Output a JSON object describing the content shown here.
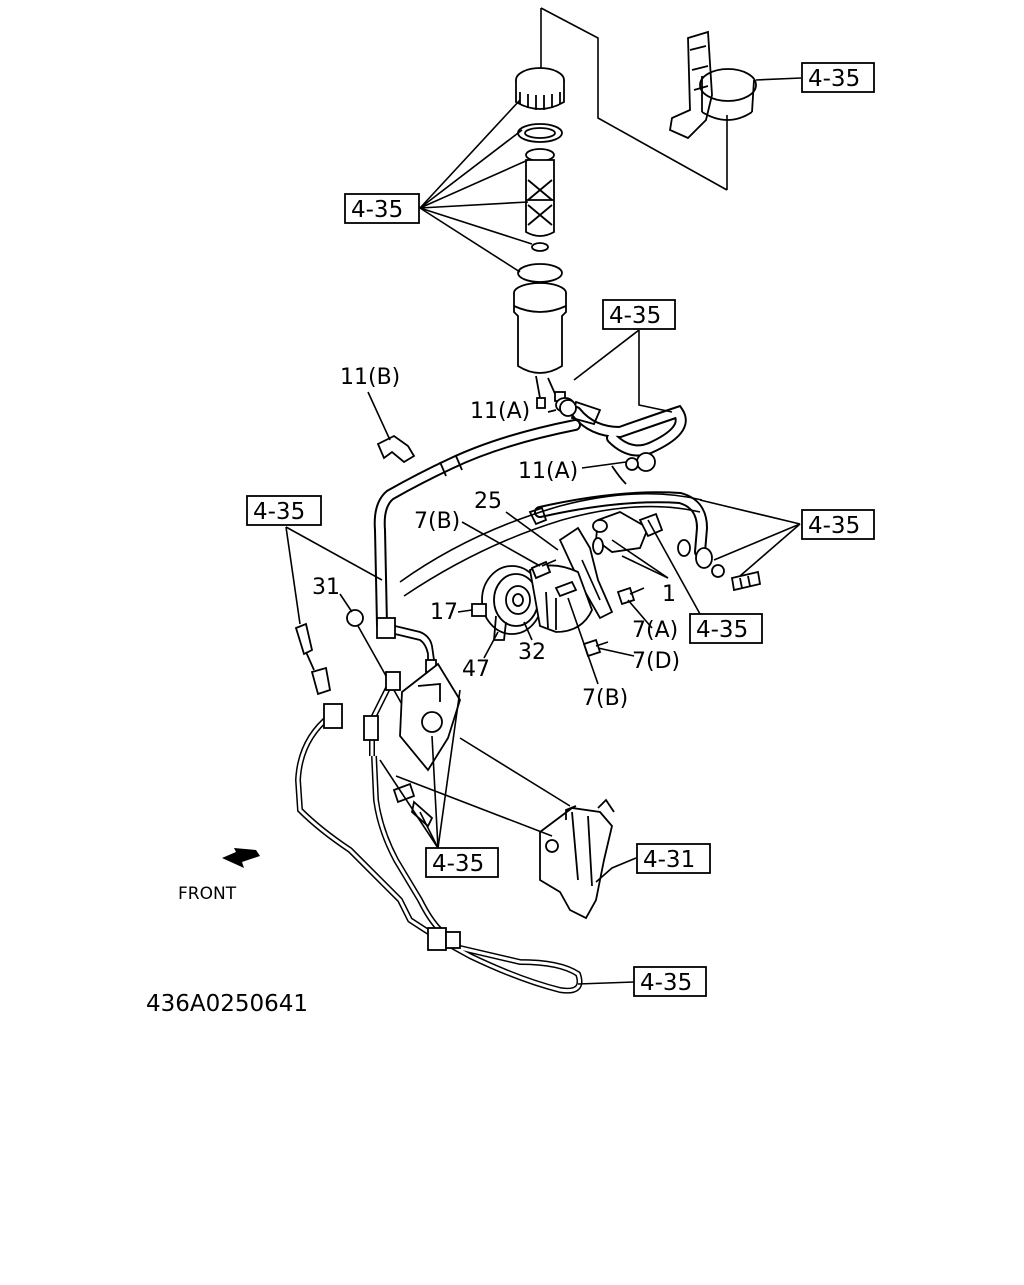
{
  "diagram_id": "436A0250641",
  "front_label": "FRONT",
  "refs": {
    "bracket": "4-35",
    "reservoir": "4-35",
    "return_hose": "4-35",
    "left_hose": "4-35",
    "right_fitting": "4-35",
    "pump_outlet": "4-35",
    "lower_pipes": "4-35",
    "gear_box": "4-31",
    "bottom_clip": "4-35"
  },
  "parts": {
    "clip_11b": "11(B)",
    "clamp_11a_upper": "11(A)",
    "clamp_11a_lower": "11(A)",
    "bolt_25": "25",
    "bolt_7b_upper": "7(B)",
    "bolt_7b_lower": "7(B)",
    "bolt_7a": "7(A)",
    "bolt_7d": "7(D)",
    "nut_31": "31",
    "nut_17": "17",
    "pulley_47": "47",
    "pump_32": "32",
    "pump_1": "1"
  }
}
